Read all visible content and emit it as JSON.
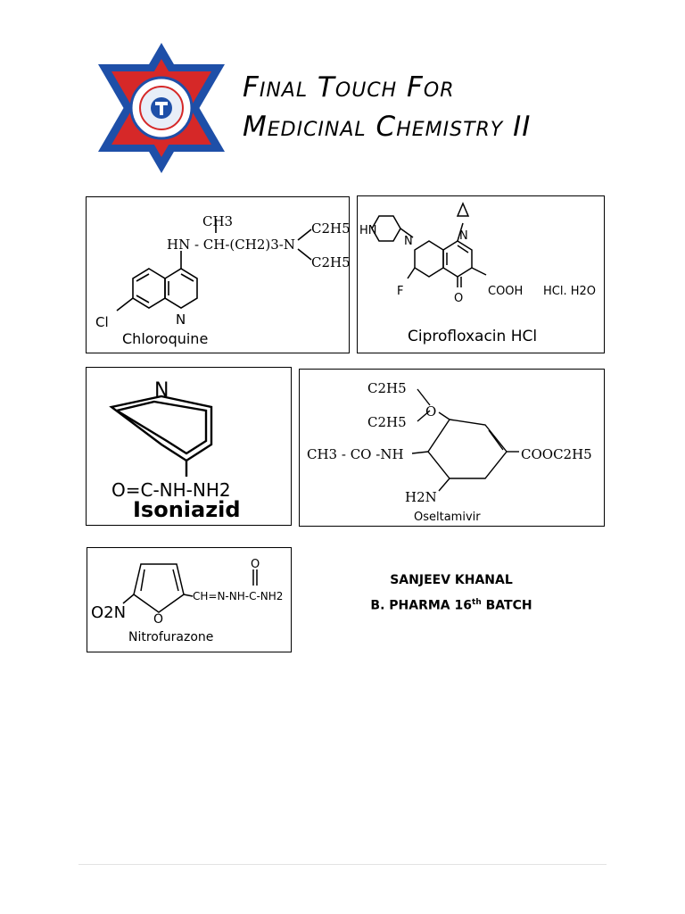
{
  "header": {
    "title_line1": "Final Touch For",
    "title_line2": "Medicinal Chemistry II"
  },
  "logo": {
    "icon": "tribhuvan-university-logo-icon",
    "colors": {
      "triangle": "#1e4fa8",
      "inner": "#d62828",
      "center": "#ffffff"
    }
  },
  "structures": [
    {
      "name": "Chloroquine",
      "labels": {
        "ch3": "CH3",
        "hn_chain": "HN - CH-(CH2)3-N",
        "c2h5_a": "C2H5",
        "c2h5_b": "C2H5",
        "cl": "Cl",
        "n": "N"
      }
    },
    {
      "name": "Ciprofloxacin HCl",
      "labels": {
        "hn": "HN",
        "n_pip": "N",
        "n_ring": "N",
        "f": "F",
        "cooh": "COOH",
        "o": "O",
        "salt": "HCl. H2O"
      }
    },
    {
      "name": "Isoniazid",
      "labels": {
        "n": "N",
        "chain": "O=C-NH-NH2"
      }
    },
    {
      "name": "Oseltamivir",
      "labels": {
        "c2h5_a": "C2H5",
        "c2h5_b": "C2H5",
        "o": "O",
        "acetyl": "CH3 - CO -NH",
        "ester": "COOC2H5",
        "amine": "H2N"
      }
    },
    {
      "name": "Nitrofurazone",
      "labels": {
        "no2": "O2N",
        "o_ring": "O",
        "chain": "CH=N-NH-C-NH2",
        "o_top": "O"
      }
    }
  ],
  "author": {
    "name": "SANJEEV KHANAL",
    "batch_prefix": "B. PHARMA 16",
    "batch_sup": "th",
    "batch_suffix": " BATCH"
  }
}
